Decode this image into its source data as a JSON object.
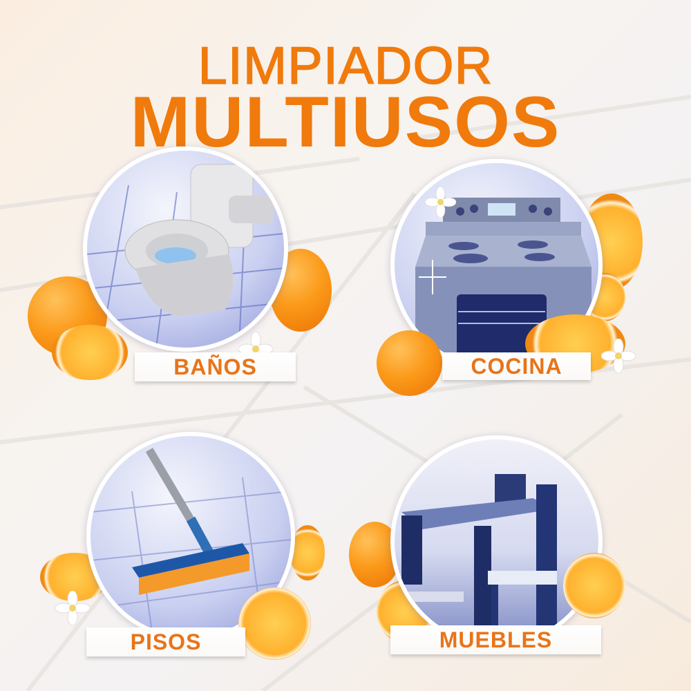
{
  "header": {
    "line1": "LIMPIADOR",
    "line2": "MULTIUSOS"
  },
  "colors": {
    "accent_orange": "#f07a0c",
    "label_orange": "#e8741a",
    "circle_blue": "#8e97d6"
  },
  "panels": [
    {
      "label": "BAÑOS",
      "icon": "toilet-icon"
    },
    {
      "label": "COCINA",
      "icon": "stove-icon"
    },
    {
      "label": "PISOS",
      "icon": "mop-icon"
    },
    {
      "label": "MUEBLES",
      "icon": "table-chairs-icon"
    }
  ]
}
